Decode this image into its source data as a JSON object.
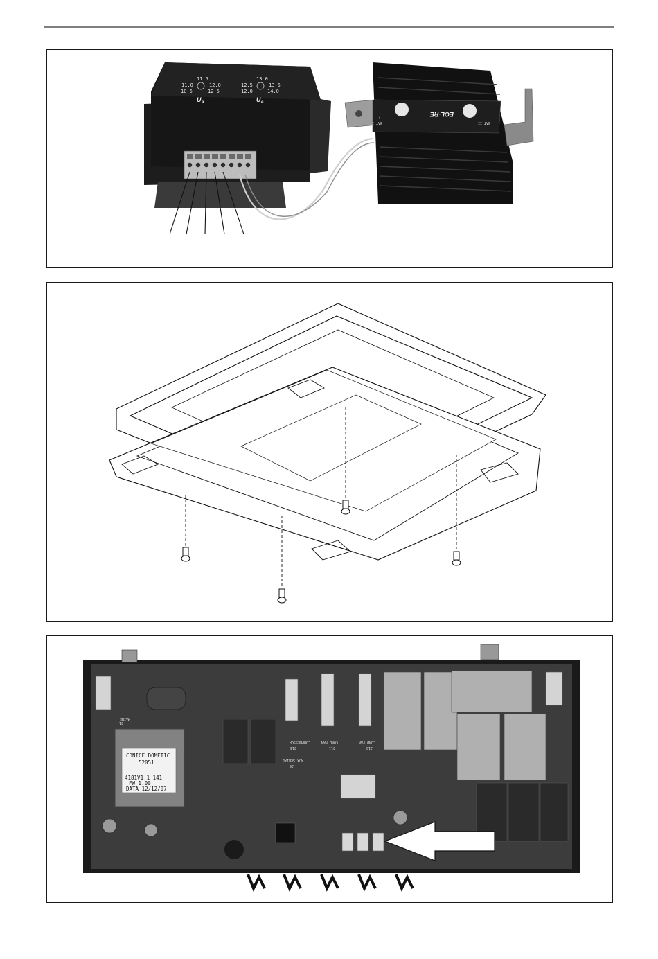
{
  "figure1": {
    "dial_left": {
      "v1": "11.5",
      "v2": "11.0",
      "v3": "12.0",
      "v4": "10.5",
      "v5": "12.5",
      "symbol": "U",
      "sub": "a"
    },
    "dial_right": {
      "v1": "13.0",
      "v2": "12.5",
      "v3": "13.5",
      "v4": "12.0",
      "v5": "14.0",
      "symbol": "U",
      "sub": "e"
    },
    "regulator_label": "EOL-RE",
    "arrow_glyph": "←",
    "terminal_left": "BAT I",
    "terminal_right": "BAT II",
    "plus": "+",
    "minus": "–"
  },
  "figure3": {
    "sticker_line1": "CONICE DOMETIC",
    "sticker_line2": "52051",
    "sticker_line3": "4181V1.1   141",
    "sticker_line4": "FW      1.00",
    "sticker_line5": "DATA  12/12/07",
    "silk_j1": "J1",
    "silk_mains": "MAINS",
    "silk_j13": "J13",
    "silk_compressor": "COMPRESSOR",
    "silk_j11": "J11",
    "silk_cond_fan": "COND FAN",
    "silk_j12": "J12",
    "silk_cond_fan2": "COND FAN",
    "silk_aux_serial": "AUX SERIAL",
    "silk_j6": "J6"
  }
}
